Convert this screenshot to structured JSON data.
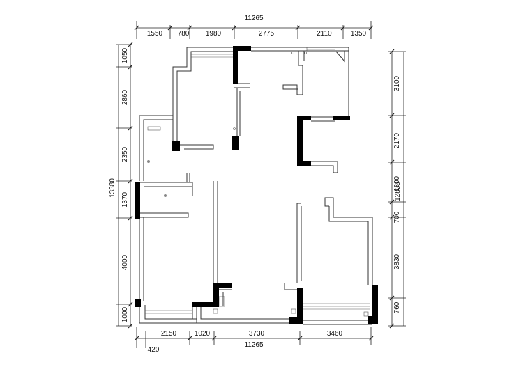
{
  "dimensions": {
    "top_total": "11265",
    "top_segments": [
      "1550",
      "780",
      "1980",
      "2775",
      "2110",
      "1350"
    ],
    "bottom_total": "11265",
    "bottom_segments": [
      "2150",
      "1020",
      "3730",
      "3460"
    ],
    "bottom_offset": "420",
    "left_total": "13380",
    "left_segments": [
      "1050",
      "2860",
      "2350",
      "1370",
      "4000",
      "1000"
    ],
    "right_total": "12830",
    "right_segments": [
      "3100",
      "2170",
      "1800",
      "700",
      "3830",
      "760"
    ]
  },
  "colors": {
    "wall": "#333333",
    "column": "#000000",
    "dimension": "#222222"
  }
}
